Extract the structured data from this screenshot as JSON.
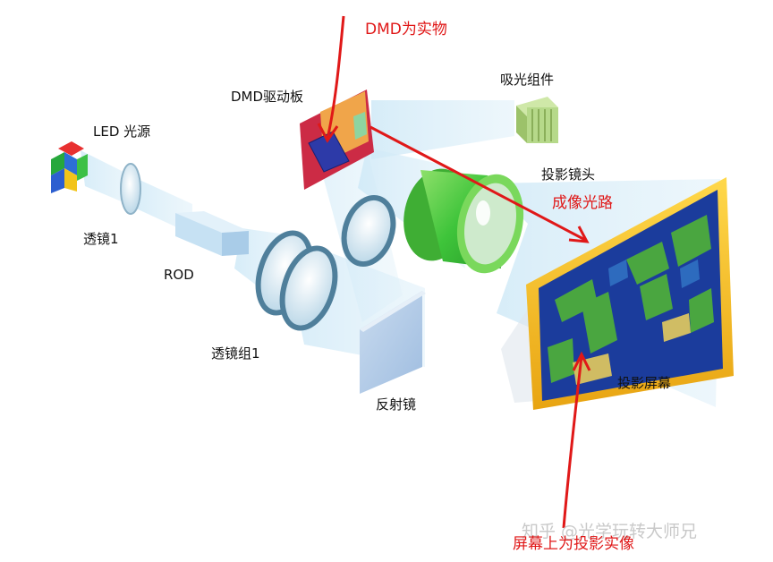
{
  "labels": {
    "led_source": "LED 光源",
    "lens1": "透镜1",
    "rod": "ROD",
    "lens_group1": "透镜组1",
    "reflector": "反射镜",
    "dmd_board": "DMD驱动板",
    "absorber": "吸光组件",
    "projection_lens": "投影镜头",
    "projection_screen": "投影屏幕"
  },
  "annotations": {
    "dmd_real": "DMD为实物",
    "imaging_path": "成像光路",
    "real_image": "屏幕上为投影实像"
  },
  "watermark": "知乎 @光学玩转大师兄",
  "colors": {
    "annotation_red": "#e01818",
    "beam": "#bfe0f2",
    "lens_green": "#3ec43a",
    "screen_frame": "#f2b81c",
    "screen_ocean": "#1b3c9c",
    "screen_land": "#4aa640",
    "dmd_board": "#cc2b45"
  }
}
